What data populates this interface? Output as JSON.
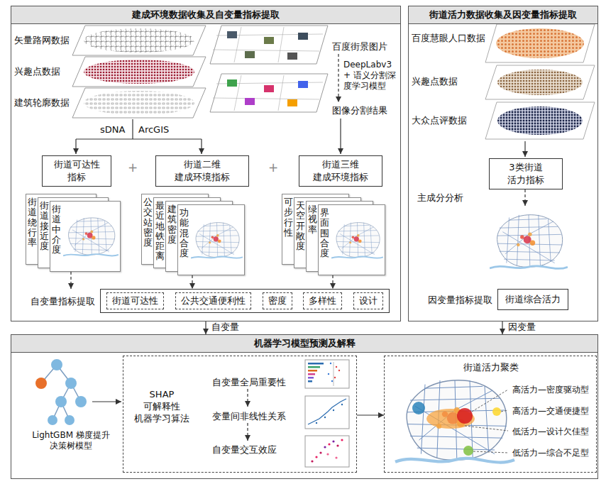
{
  "diagram": {
    "nodes": [
      {
        "text": [
          "建成环境数据收集及自变量指标提取"
        ]
      },
      {
        "text": [
          "街道可达性 指标"
        ],
        "in": 0
      },
      {
        "text": [
          "街道二维 建成环境指标"
        ],
        "in": 0
      },
      {
        "text": [
          "街道三维 建成环境指标"
        ],
        "in": 0
      },
      {
        "text": [
          "街道绕行率",
          "街道接近度",
          "街道中介度"
        ],
        "in": 0
      },
      {
        "text": [
          "公交站密度",
          "最近地铁距离",
          "建筑密度",
          "功能混合度"
        ],
        "in": 0
      },
      {
        "text": [
          "可步行性",
          "天空开敞度",
          "绿视率",
          "界面围合度"
        ],
        "in": 0
      },
      {
        "text": [
          "自变量指标提取"
        ],
        "in": 0
      },
      {
        "text": [
          "街道可达性"
        ],
        "in": 7
      },
      {
        "text": [
          "公共交通便利性"
        ],
        "in": 7
      },
      {
        "text": [
          "密度"
        ],
        "in": 7
      },
      {
        "text": [
          "多样性"
        ],
        "in": 7
      },
      {
        "text": [
          "设计"
        ],
        "in": 7
      },
      {
        "text": [
          "街道活力数据收集及因变量指标提取"
        ]
      },
      {
        "text": [
          "3类街道 活力指标"
        ],
        "in": 13
      },
      {
        "text": [
          "因变量指标提取",
          "街道综合活力"
        ],
        "in": 13
      },
      {
        "text": [
          "机器学习模型预测及解释"
        ]
      },
      {
        "text": [
          "SHAP 可解释性 机器学习算法",
          "自变量全局重要性",
          "变量间非线性关系",
          "自变量交互效应"
        ],
        "in": 16
      },
      {
        "text": [
          "街道活力聚类",
          "高活力—密度驱动型",
          "高活力—交通便捷型",
          "低活力—设计欠佳型",
          "低活力—综合不足型"
        ],
        "in": 16
      }
    ],
    "edges": [
      {
        "from": 4,
        "to": 7,
        "arrow": "to"
      },
      {
        "from": 5,
        "to": 7,
        "arrow": "to"
      },
      {
        "from": 6,
        "to": 7,
        "arrow": "to"
      },
      {
        "from": 0,
        "to": 16,
        "label": "自变量",
        "arrow": "to"
      },
      {
        "from": 13,
        "to": 16,
        "label": "因变量",
        "arrow": "to"
      },
      {
        "from": 17,
        "to": 18,
        "arrow": "to"
      }
    ],
    "labels": [
      "矢量路网数据",
      "兴趣点数据",
      "建筑轮廓数据",
      "百度街景图片",
      "DeepLabv3 + 语义分割深 度学习模型",
      "图像分割结果",
      "sDNA",
      "ArcGIS",
      "+",
      "+",
      "百度慧眼人口数据",
      "兴趣点数据",
      "大众点评数据",
      "主成分分析",
      "LightGBM 梯度提升 决策树模型"
    ]
  }
}
